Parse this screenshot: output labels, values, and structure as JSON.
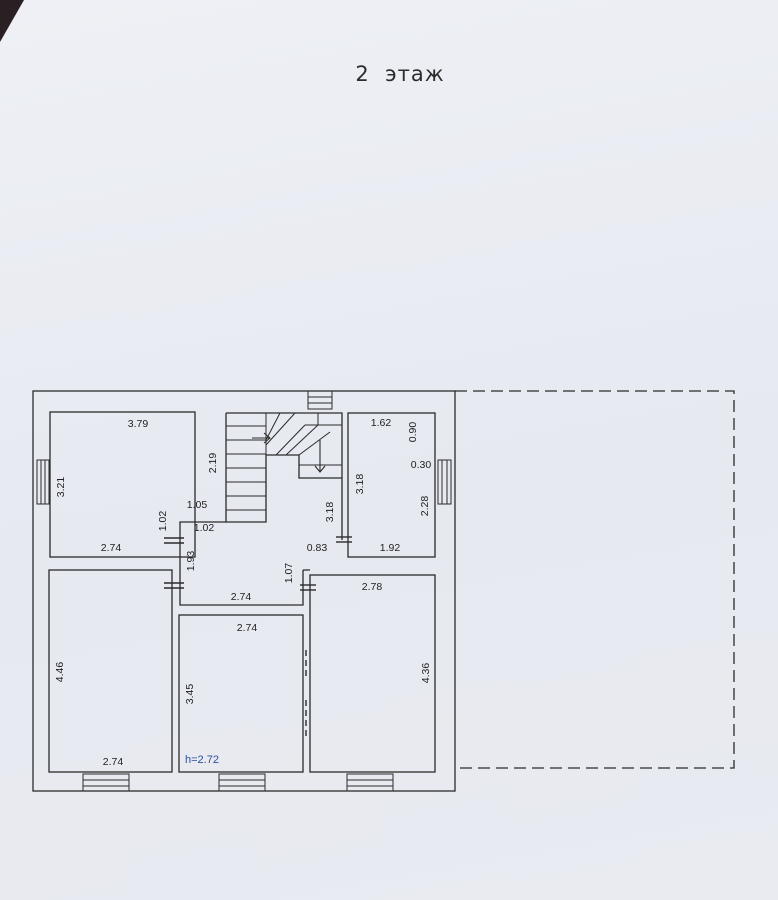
{
  "title": "2  этаж",
  "ceiling_height": "h=2.72",
  "dimensions": {
    "room_nw_top": "3.79",
    "room_nw_left": "3.21",
    "room_nw_bottom": "2.74",
    "room_nw_right": "2.19",
    "corr_a": "1.05",
    "corr_b": "1.02",
    "corr_c": "1.02",
    "corr_d": "1.93",
    "corr_bottom": "2.74",
    "corr_e": "1.07",
    "stair_right": "3.18",
    "door_gap": "0.83",
    "room_ne_top": "1.62",
    "room_ne_a": "0.90",
    "room_ne_b": "0.30",
    "room_ne_left": "3.18",
    "room_ne_right": "2.28",
    "room_ne_bottom": "1.92",
    "room_se_top": "2.78",
    "room_se_right": "4.36",
    "room_sc_top": "2.74",
    "room_sc_left": "3.45",
    "room_sw_left": "4.46",
    "room_sw_bottom": "2.74"
  }
}
